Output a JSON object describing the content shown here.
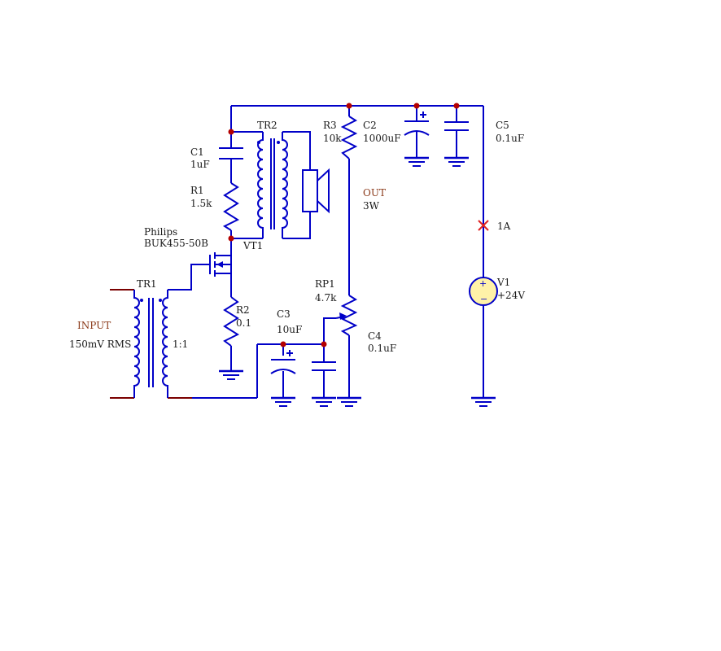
{
  "components": {
    "C1": {
      "ref": "C1",
      "value": "1uF"
    },
    "R1": {
      "ref": "R1",
      "value": "1.5k"
    },
    "TR2": {
      "ref": "TR2"
    },
    "R3": {
      "ref": "R3",
      "value": "10k"
    },
    "C2": {
      "ref": "C2",
      "value": "1000uF"
    },
    "C5": {
      "ref": "C5",
      "value": "0.1uF"
    },
    "OUT": {
      "ref": "OUT",
      "value": "3W"
    },
    "FUSE": {
      "value": "1A"
    },
    "V1": {
      "ref": "V1",
      "value": "+24V"
    },
    "VT1": {
      "ref": "VT1",
      "maker": "Philips",
      "part": "BUK455-50B"
    },
    "TR1": {
      "ref": "TR1",
      "ratio": "1:1"
    },
    "INPUT": {
      "ref": "INPUT",
      "value": "150mV RMS"
    },
    "R2": {
      "ref": "R2",
      "value": "0.1"
    },
    "C3": {
      "ref": "C3",
      "value": "10uF"
    },
    "RP1": {
      "ref": "RP1",
      "value": "4.7k"
    },
    "C4": {
      "ref": "C4",
      "value": "0.1uF"
    }
  },
  "polarity": {
    "plus": "+",
    "minus": "−"
  },
  "colors": {
    "wire": "#0000c8",
    "lead": "#7a0000",
    "node": "#b40000",
    "source_fill": "#fff2a8",
    "label_out": "#8b3a1a"
  }
}
